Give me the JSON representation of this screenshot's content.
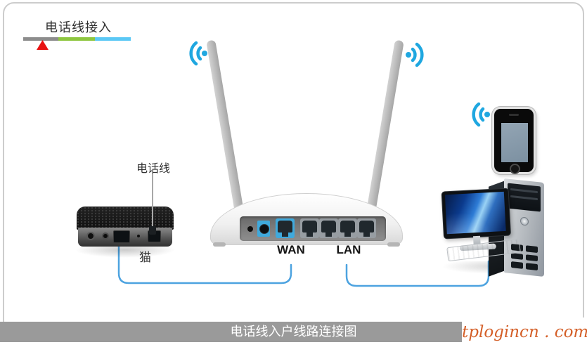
{
  "legend": {
    "title": "电话线接入"
  },
  "devices": {
    "modem": {
      "cable_label": "电话线",
      "name_label": "猫"
    },
    "router": {
      "wan_label": "WAN",
      "lan_label": "LAN"
    }
  },
  "caption": {
    "text": "电话线入户线路连接图"
  },
  "watermark": {
    "text": "tplogincn . com"
  },
  "colors": {
    "cable_blue": "#4da3e0",
    "wifi_blue": "#1fa7e0",
    "legend_gray": "#8c8c8c",
    "legend_green": "#8dc63f",
    "legend_blue": "#5bc8f5",
    "marker_red": "#e81313",
    "caption_bar_bg": "#9a9a9a",
    "caption_text": "#ffffff",
    "watermark_orange": "#d45f28",
    "border_gray": "#cccccc"
  }
}
